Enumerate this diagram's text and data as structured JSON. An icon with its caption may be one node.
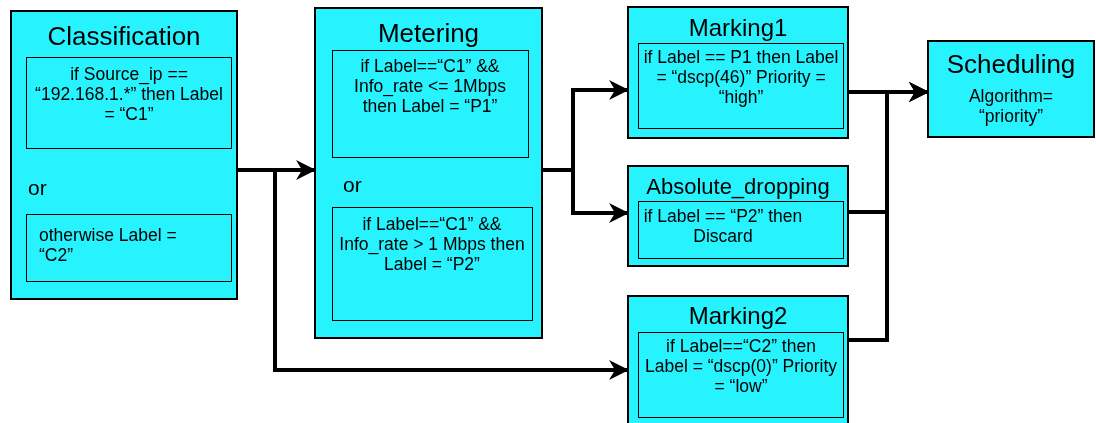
{
  "diagram": {
    "nodes": [
      {
        "text": [
          "Classification",
          "or"
        ]
      },
      {
        "text": [
          "if Source_ip == “192.168.1.*” then Label =  “C1”"
        ],
        "in": 0
      },
      {
        "text": [
          "otherwise Label = “C2”"
        ],
        "in": 0
      },
      {
        "text": [
          "Metering",
          "or"
        ]
      },
      {
        "text": [
          "if Label==“C1” && Info_rate <= 1Mbps then Label = “P1”"
        ],
        "in": 3
      },
      {
        "text": [
          "if Label==“C1” && Info_rate > 1 Mbps then Label = “P2”"
        ],
        "in": 3
      },
      {
        "text": [
          "Marking1"
        ]
      },
      {
        "text": [
          "if Label == P1 then Label = “dscp(46)” Priority = “high”"
        ],
        "in": 6
      },
      {
        "text": [
          "Absolute_dropping"
        ]
      },
      {
        "text": [
          "if Label == “P2” then Discard"
        ],
        "in": 8
      },
      {
        "text": [
          "Marking2"
        ]
      },
      {
        "text": [
          "if Label==“C2” then Label = “dscp(0)” Priority = “low”"
        ],
        "in": 10
      },
      {
        "text": [
          "Scheduling",
          "Algorithm= “priority”"
        ]
      }
    ],
    "edges": [
      {
        "from": 0,
        "to": 3,
        "arrow": "to"
      },
      {
        "from": 0,
        "to": 10,
        "arrow": "to"
      },
      {
        "from": 3,
        "to": 6,
        "arrow": "to"
      },
      {
        "from": 3,
        "to": 8,
        "arrow": "to"
      },
      {
        "from": 6,
        "to": 12,
        "arrow": "to"
      },
      {
        "from": 8,
        "to": 12,
        "arrow": "to"
      },
      {
        "from": 10,
        "to": 12,
        "arrow": "to"
      }
    ]
  }
}
